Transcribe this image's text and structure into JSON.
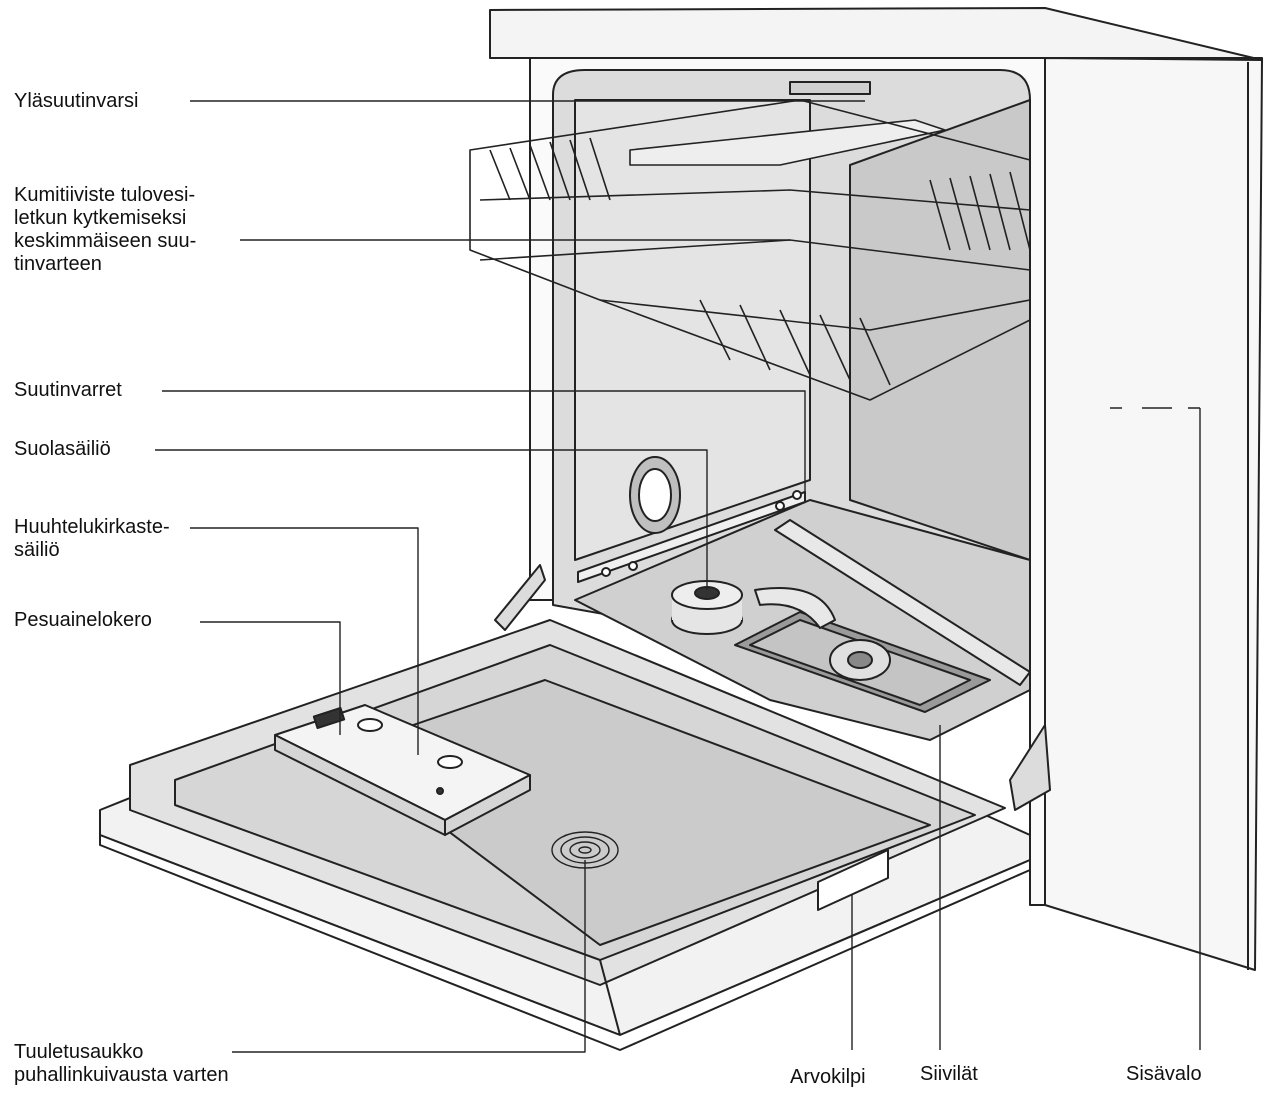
{
  "diagram": {
    "labels": {
      "upper_spray_arm": "Yläsuutinvarsi",
      "rubber_seal": "Kumitiiviste tulovesi-\nletkun kytkemiseksi\nkeskimmäiseen suu-\ntinvarteen",
      "spray_arms": "Suutinvarret",
      "salt_container": "Suolasäiliö",
      "rinse_aid_dispenser": "Huuhtelukirkaste-\nsäiliö",
      "detergent_dispenser": "Pesuainelokero",
      "vent_opening": "Tuuletusaukko\npuhallinkuivausta varten",
      "rating_plate": "Arvokilpi",
      "filters": "Siivilät",
      "interior_light": "Sisävalo"
    },
    "colors": {
      "line": "#222222",
      "cavity_fill": "#d9d9d9",
      "cabinet_fill": "#f7f7f7",
      "door_fill": "#e6e6e6"
    }
  }
}
